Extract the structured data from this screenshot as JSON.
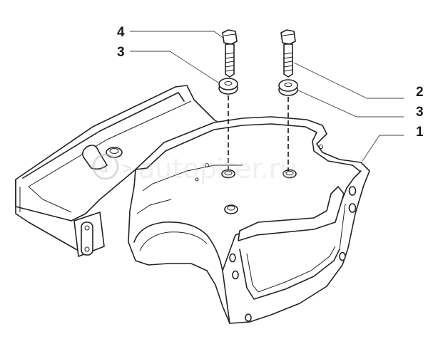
{
  "callouts": {
    "c4": "4",
    "c3_left": "3",
    "c2": "2",
    "c3_right": "3",
    "c1": "1"
  },
  "watermark": {
    "text": "autopiter.ru"
  }
}
